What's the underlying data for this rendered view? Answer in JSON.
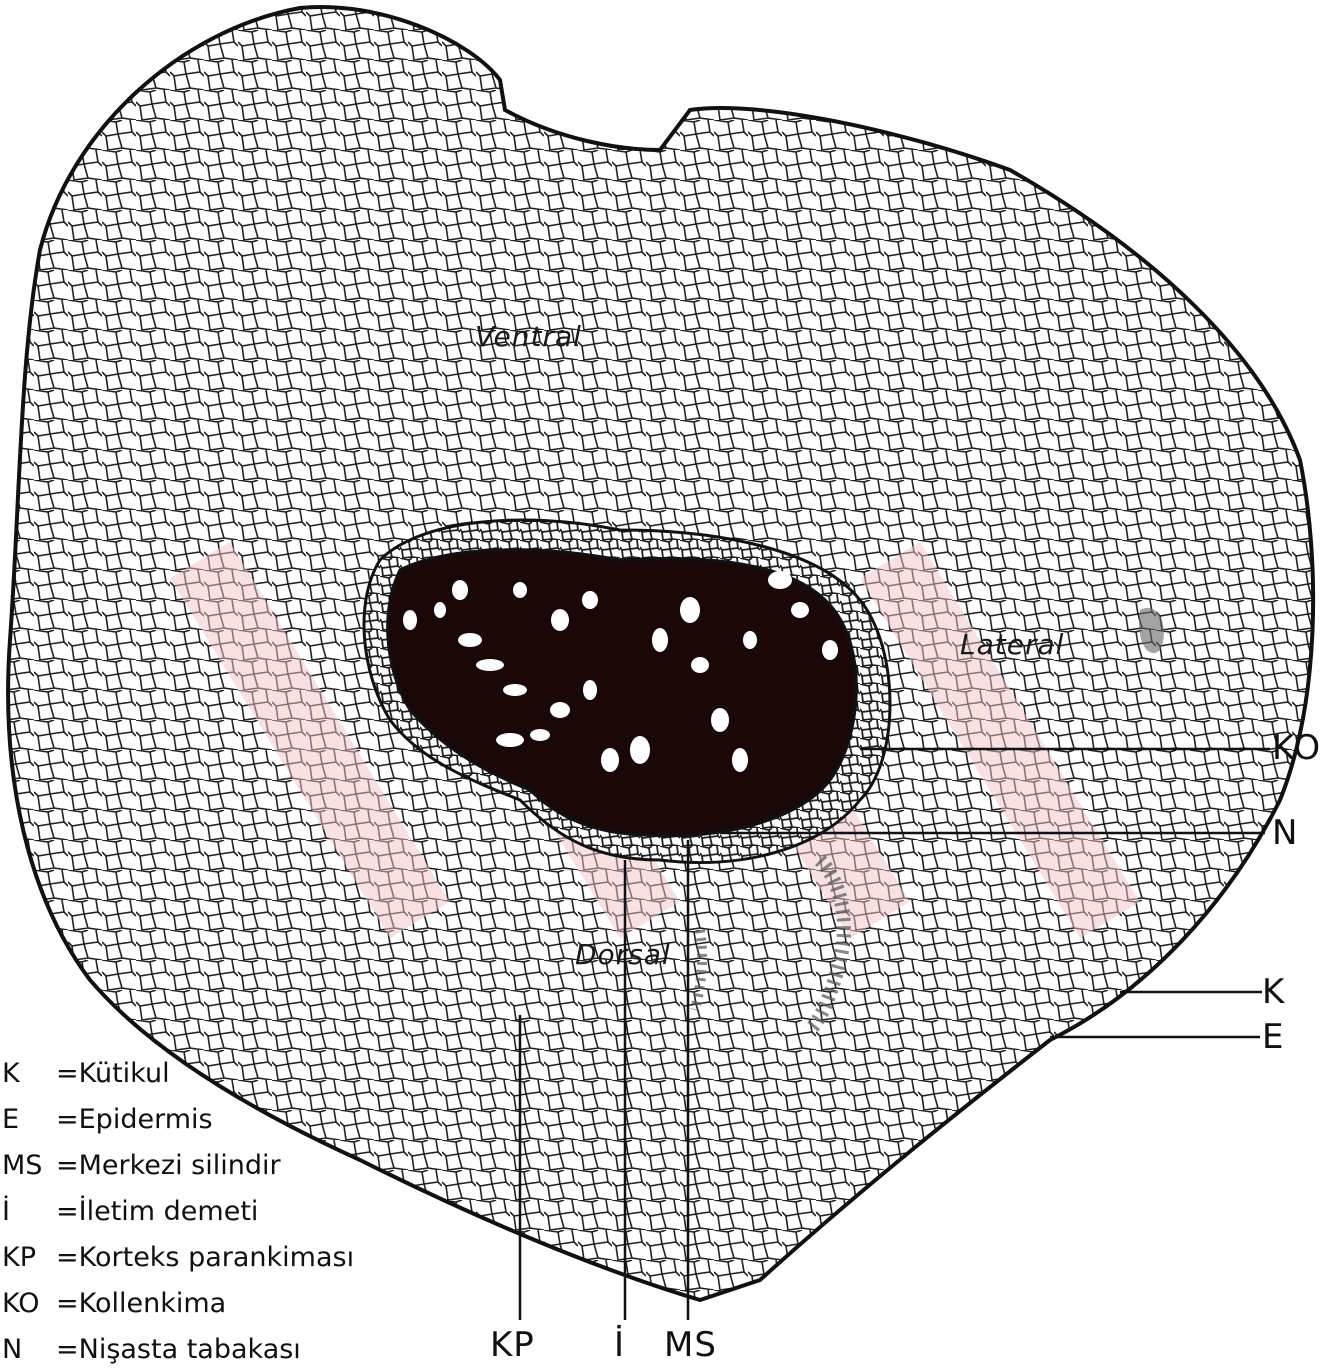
{
  "regions": {
    "ventral": "Ventral",
    "lateral": "Lateral",
    "dorsal": "Dorsal"
  },
  "callouts": {
    "ko": "KO",
    "n": "N",
    "k": "K",
    "e": "E",
    "kp": "KP",
    "i": "İ",
    "ms": "MS"
  },
  "legend": [
    {
      "key": "K",
      "text": "=Kütikul"
    },
    {
      "key": "E",
      "text": "=Epidermis"
    },
    {
      "key": "MS",
      "text": "=Merkezi silindir"
    },
    {
      "key": "İ",
      "text": "=İletim demeti"
    },
    {
      "key": "KP",
      "text": "=Korteks parankiması"
    },
    {
      "key": "KO",
      "text": "=Kollenkima"
    },
    {
      "key": "N",
      "text": "=Nişasta tabakası"
    }
  ],
  "colors": {
    "outline": "#111111",
    "core": "#1a0708",
    "watermark": "#f2c4c8"
  }
}
